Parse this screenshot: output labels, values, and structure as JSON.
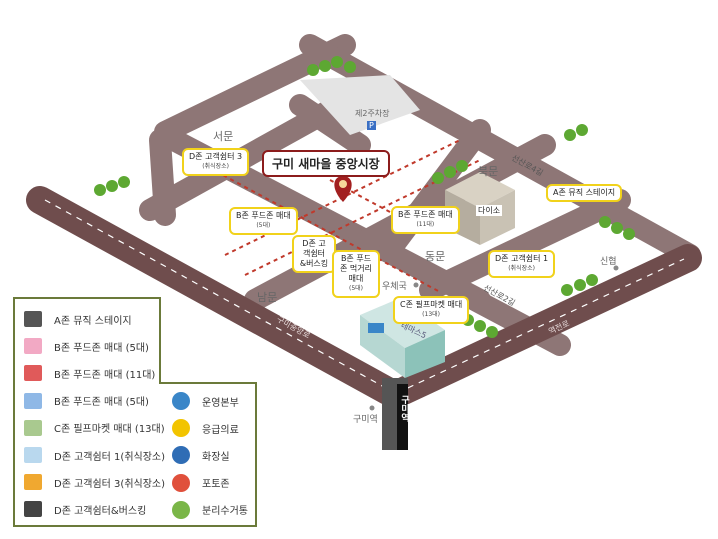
{
  "title": "구미 새마을 중앙시장",
  "places": {
    "west_gate": "서문",
    "south_gate": "남문",
    "east_gate": "동문",
    "north_gate": "북문",
    "parking": "제2주차장",
    "parking_icon": "P",
    "post_office": "우체국",
    "station": "구미역",
    "station_building": "구미역",
    "shinhyup": "신협",
    "daiso": "다이소",
    "building_t5": "테마스5"
  },
  "roads": {
    "main": "구미중앙로",
    "station_road": "역전로",
    "road4": "선산로4길",
    "road2": "선산로2길"
  },
  "callouts": {
    "d3": {
      "title": "D존 고객쉼터 3",
      "sub": "(취식장소)"
    },
    "b5": {
      "title": "B존 푸드존 매대",
      "sub": "(5대)"
    },
    "b11": {
      "title": "B존 푸드존 매대",
      "sub": "(11대)"
    },
    "d_busking": {
      "title": "D존 고객쉼터 &버스킹"
    },
    "b_street": {
      "title": "B존 푸드존 먹거리 매대",
      "sub": "(5대)"
    },
    "a_stage": {
      "title": "A존 뮤직 스테이지"
    },
    "d1": {
      "title": "D존 고객쉼터 1",
      "sub": "(취식장소)"
    },
    "c13": {
      "title": "C존 필프마켓 매대",
      "sub": "(13대)"
    }
  },
  "legend": [
    {
      "label": "A존 뮤직 스테이지",
      "icon": "stage-icon",
      "color": "#555555"
    },
    {
      "label": "B존 푸드존 매대 (5대)",
      "icon": "stall-pink-icon",
      "color": "#f2a9c4"
    },
    {
      "label": "B존 푸드존 매대 (11대)",
      "icon": "stall-red-icon",
      "color": "#e05a5a"
    },
    {
      "label": "B존 푸드존 매대 (5대)",
      "icon": "stall-blue-icon",
      "color": "#8fb8e6"
    },
    {
      "label": "C존 필프마켓 매대 (13대)",
      "icon": "stall-green-icon",
      "color": "#a9c98f"
    },
    {
      "label": "D존 고객쉼터 1(취식장소)",
      "icon": "table-blue-icon",
      "color": "#b9d8ee"
    },
    {
      "label": "D존 고객쉼터 3(취식장소)",
      "icon": "table-orange-icon",
      "color": "#f0a830"
    },
    {
      "label": "D존 고객쉼터&버스킹",
      "icon": "busking-stage-icon",
      "color": "#444444"
    },
    {
      "label": "운영본부",
      "icon": "operations-icon",
      "color": "#3a86c8"
    },
    {
      "label": "응급의료",
      "icon": "first-aid-icon",
      "color": "#f2c400"
    },
    {
      "label": "화장실",
      "icon": "restroom-icon",
      "color": "#2f6db5"
    },
    {
      "label": "포토존",
      "icon": "camera-icon",
      "color": "#e0503c"
    },
    {
      "label": "분리수거통",
      "icon": "recycle-bin-icon",
      "color": "#7ab648"
    }
  ]
}
